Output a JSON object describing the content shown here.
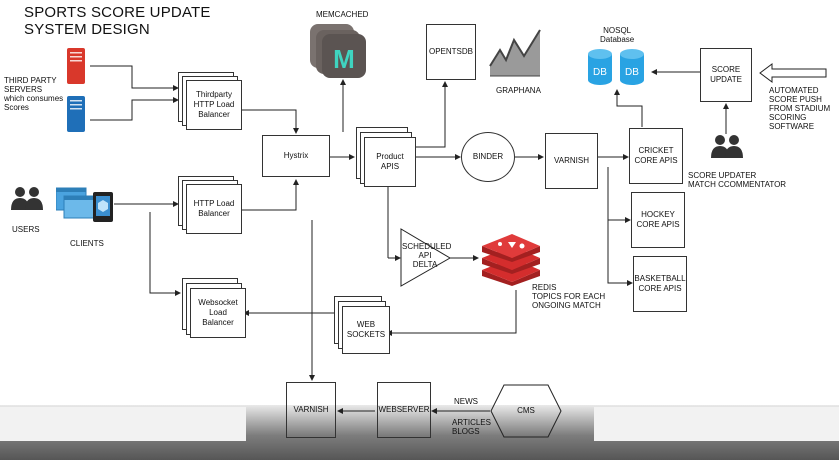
{
  "diagram": {
    "title_line1": "SPORTS SCORE UPDATE",
    "title_line2": "SYSTEM DESIGN",
    "third_party_label": [
      "THIRD PARTY",
      "SERVERS",
      "which consumes",
      "Scores"
    ],
    "users_label": "USERS",
    "clients_label": "CLIENTS",
    "memcached_label": "MEMCACHED",
    "memcached_glyph": "M",
    "opentsdb_label": "OPENTSDB",
    "graphana_label": "GRAPHANA",
    "nosql_label": [
      "NOSQL",
      "Database"
    ],
    "db_label": "DB",
    "score_update_label": [
      "SCORE",
      "UPDATE"
    ],
    "automated_label": [
      "AUTOMATED",
      "SCORE PUSH",
      "FROM STADIUM",
      "SCORING",
      "SOFTWARE"
    ],
    "score_updater_label": [
      "SCORE UPDATER",
      "MATCH CCOMMENTATOR"
    ],
    "thirdparty_lb_label": [
      "Thirdparty",
      "HTTP Load",
      "Balancer"
    ],
    "http_lb_label": [
      "HTTP Load",
      "Balancer"
    ],
    "websocket_lb_label": [
      "Websocket",
      "Load",
      "Balancer"
    ],
    "hystrix_label": "Hystrix",
    "product_apis_label": [
      "Product",
      "APIS"
    ],
    "binder_label": "BINDER",
    "varnish_label": "VARNISH",
    "cricket_label": [
      "CRICKET",
      "CORE APIS"
    ],
    "hockey_label": [
      "HOCKEY",
      "CORE APIS"
    ],
    "basketball_label": [
      "BASKETBALL",
      "CORE APIS"
    ],
    "scheduled_label": [
      "SCHEDULED",
      "API",
      "DELTA"
    ],
    "redis_label": [
      "REDIS",
      "TOPICS FOR EACH",
      "ONGOING MATCH"
    ],
    "websockets_label": [
      "WEB",
      "SOCKETS"
    ],
    "varnish_bottom_label": "VARNISH",
    "webserver_label": "WEBSERVER",
    "news_label": "NEWS",
    "articles_label": [
      "ARTICLES",
      "BLOGS"
    ],
    "cms_label": "CMS"
  },
  "colors": {
    "server_red": "#d9382b",
    "server_blue": "#1f6fb8",
    "db_blue": "#29a3e3",
    "redis_red": "#d42d2d",
    "memcached_dark": "#5b5452",
    "memcached_teal": "#3fd4c0",
    "person": "#333333"
  }
}
